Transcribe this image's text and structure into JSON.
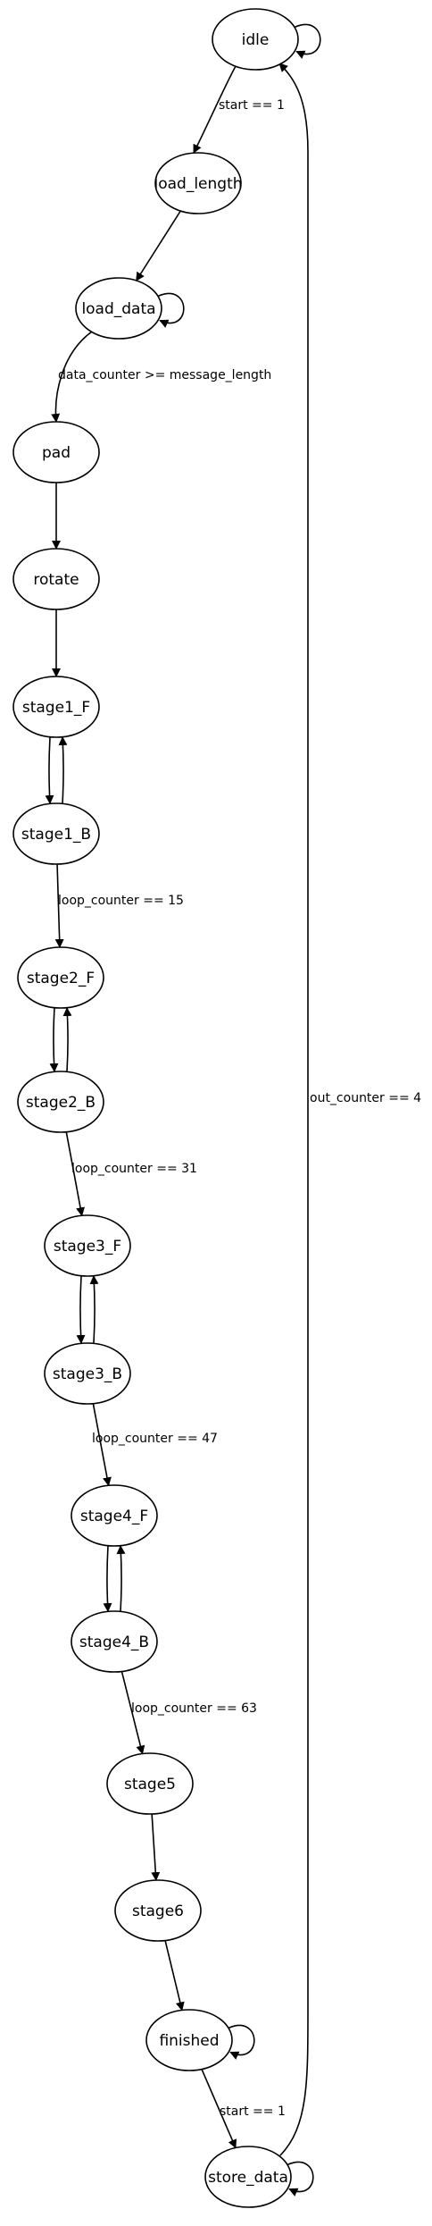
{
  "diagram": {
    "type": "state-machine",
    "states": [
      {
        "id": "idle",
        "label": "idle"
      },
      {
        "id": "load_length",
        "label": "load_length"
      },
      {
        "id": "load_data",
        "label": "load_data"
      },
      {
        "id": "pad",
        "label": "pad"
      },
      {
        "id": "rotate",
        "label": "rotate"
      },
      {
        "id": "stage1_F",
        "label": "stage1_F"
      },
      {
        "id": "stage1_B",
        "label": "stage1_B"
      },
      {
        "id": "stage2_F",
        "label": "stage2_F"
      },
      {
        "id": "stage2_B",
        "label": "stage2_B"
      },
      {
        "id": "stage3_F",
        "label": "stage3_F"
      },
      {
        "id": "stage3_B",
        "label": "stage3_B"
      },
      {
        "id": "stage4_F",
        "label": "stage4_F"
      },
      {
        "id": "stage4_B",
        "label": "stage4_B"
      },
      {
        "id": "stage5",
        "label": "stage5"
      },
      {
        "id": "stage6",
        "label": "stage6"
      },
      {
        "id": "finished",
        "label": "finished"
      },
      {
        "id": "store_data",
        "label": "store_data"
      }
    ],
    "transitions": [
      {
        "from": "idle",
        "to": "idle",
        "label": ""
      },
      {
        "from": "idle",
        "to": "load_length",
        "label": "start == 1"
      },
      {
        "from": "load_length",
        "to": "load_data",
        "label": ""
      },
      {
        "from": "load_data",
        "to": "load_data",
        "label": ""
      },
      {
        "from": "load_data",
        "to": "pad",
        "label": "data_counter >= message_length"
      },
      {
        "from": "pad",
        "to": "rotate",
        "label": ""
      },
      {
        "from": "rotate",
        "to": "stage1_F",
        "label": ""
      },
      {
        "from": "stage1_F",
        "to": "stage1_B",
        "label": ""
      },
      {
        "from": "stage1_B",
        "to": "stage1_F",
        "label": ""
      },
      {
        "from": "stage1_B",
        "to": "stage2_F",
        "label": "loop_counter == 15"
      },
      {
        "from": "stage2_F",
        "to": "stage2_B",
        "label": ""
      },
      {
        "from": "stage2_B",
        "to": "stage2_F",
        "label": ""
      },
      {
        "from": "stage2_B",
        "to": "stage3_F",
        "label": "loop_counter == 31"
      },
      {
        "from": "stage3_F",
        "to": "stage3_B",
        "label": ""
      },
      {
        "from": "stage3_B",
        "to": "stage3_F",
        "label": ""
      },
      {
        "from": "stage3_B",
        "to": "stage4_F",
        "label": "loop_counter == 47"
      },
      {
        "from": "stage4_F",
        "to": "stage4_B",
        "label": ""
      },
      {
        "from": "stage4_B",
        "to": "stage4_F",
        "label": ""
      },
      {
        "from": "stage4_B",
        "to": "stage5",
        "label": "loop_counter == 63"
      },
      {
        "from": "stage5",
        "to": "stage6",
        "label": ""
      },
      {
        "from": "stage6",
        "to": "finished",
        "label": ""
      },
      {
        "from": "finished",
        "to": "finished",
        "label": ""
      },
      {
        "from": "finished",
        "to": "store_data",
        "label": "start == 1"
      },
      {
        "from": "store_data",
        "to": "store_data",
        "label": ""
      },
      {
        "from": "store_data",
        "to": "idle",
        "label": "out_counter == 4"
      }
    ]
  }
}
